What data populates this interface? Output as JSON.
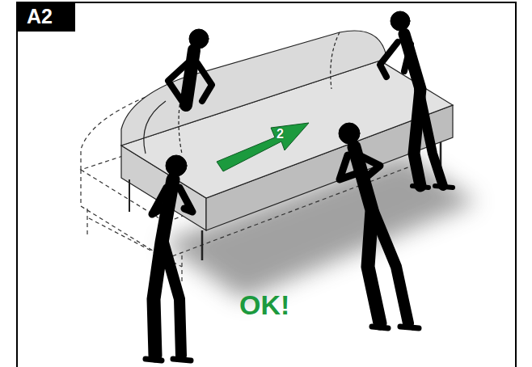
{
  "diagram": {
    "labels": [
      "A2",
      "2",
      "OK!"
    ]
  }
}
